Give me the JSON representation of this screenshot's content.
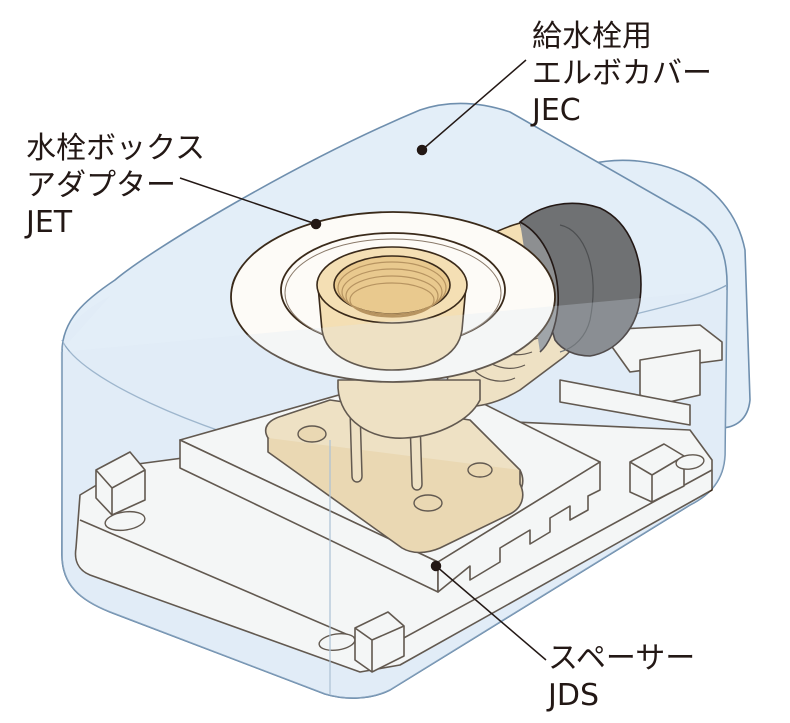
{
  "labels": {
    "elbow_cover": {
      "line1": "給水栓用",
      "line2": "エルボカバー",
      "line3": "JEC"
    },
    "adapter": {
      "line1": "水栓ボックス",
      "line2": "アダプター",
      "line3": "JET"
    },
    "spacer": {
      "line1": "スペーサー",
      "line2": "JDS"
    }
  },
  "colors": {
    "cover_fill": "#e3eef8",
    "cover_stroke": "#6f8fae",
    "fitting_fill": "#f4dfb4",
    "fitting_stroke": "#3a2a1a",
    "white_part": "#fdfbf7",
    "outlet_gray": "#6f7173",
    "line": "#231815"
  }
}
